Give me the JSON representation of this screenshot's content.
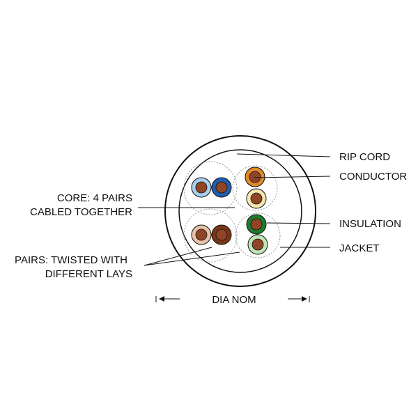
{
  "labels": {
    "rip_cord": "RIP CORD",
    "conductor": "CONDUCTOR",
    "insulation": "INSULATION",
    "jacket": "JACKET",
    "core_line1": "CORE: 4 PAIRS",
    "core_line2": "CABLED TOGETHER",
    "pairs_line1": "PAIRS: TWISTED WITH",
    "pairs_line2": "DIFFERENT LAYS",
    "dimension": "DIA NOM"
  },
  "pairs": [
    {
      "pair": "blue",
      "wires": [
        "light-blue-striped",
        "dark-blue"
      ]
    },
    {
      "pair": "orange",
      "wires": [
        "orange",
        "light-orange-striped"
      ]
    },
    {
      "pair": "brown",
      "wires": [
        "light-brown-striped",
        "brown"
      ]
    },
    {
      "pair": "green",
      "wires": [
        "dark-green",
        "light-green-striped"
      ]
    }
  ],
  "colors": {
    "copper": "#9a4a2a",
    "blue": "#1f5eb0",
    "light_blue": "#a9cfee",
    "orange": "#e08a2c",
    "light_orange": "#f6e7b0",
    "brown": "#7a3518",
    "light_brown": "#e7c1a8",
    "green": "#1f7a2c",
    "light_green": "#bfe6b6",
    "line": "#111111"
  }
}
